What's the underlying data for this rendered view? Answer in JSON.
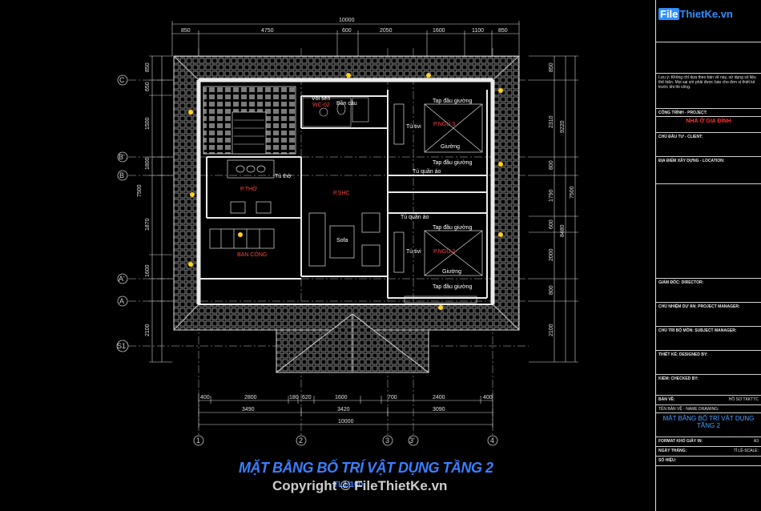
{
  "logo": {
    "brand_prefix": "File",
    "brand_rest": "ThietKe.vn"
  },
  "dims_top": {
    "total": "10000",
    "parts": [
      "850",
      "4750",
      "600",
      "2050",
      "1600",
      "1100",
      "850"
    ]
  },
  "dims_bottom": {
    "row1": [
      "400",
      "2800",
      "180",
      "620",
      "1600",
      "700",
      "2400",
      "400"
    ],
    "row2": [
      "3490",
      "3420",
      "3090"
    ],
    "total": "10000"
  },
  "dims_left": {
    "parts": [
      "850",
      "650",
      "1500",
      "1800",
      "1870",
      "1600",
      "2100"
    ],
    "total": "7500"
  },
  "dims_right": {
    "parts": [
      "850",
      "2310",
      "800",
      "1790",
      "600",
      "2000",
      "800",
      "2100"
    ],
    "mid": [
      "9220",
      "8480"
    ],
    "total": "7500"
  },
  "axes_left": [
    "C",
    "B'",
    "B",
    "A'",
    "A",
    "S1"
  ],
  "axes_bottom": [
    "1",
    "2",
    "3",
    "3'",
    "4"
  ],
  "rooms": {
    "wc": "WC-02",
    "voi_sen": "Vòi sen",
    "bon_cau": "Bồn cầu",
    "tho": "P.THỜ",
    "shc": "P.SHC",
    "sofa": "Sofa",
    "ban_cong": "BAN CÔNG",
    "ngu3": "P.NGỦ 3",
    "ngu2": "P.NGỦ 2",
    "tap_dau_giuong": "Tap đầu giường",
    "giuong": "Giường",
    "tu_tivi": "Tủ tivi",
    "tu_quan_ao": "Tủ quần áo",
    "tu_tho": "Tủ thờ"
  },
  "title_block": {
    "note": "Lưu ý: Không chỉ dựa theo bản vẽ này, sử dụng số liệu thể hiện. Mọi sai sót phải được báo cho đơn vị thiết kế trước khi thi công.",
    "project_label": "CÔNG TRÌNH - PROJECT:",
    "project_name": "NHÀ Ở GIA ĐÌNH",
    "client_label": "CHỦ ĐẦU TƯ - CLIENT:",
    "location_label": "ĐỊA ĐIỂM XÂY DỰNG - LOCATION:",
    "director_label": "GIÁM ĐỐC: DIRECTOR:",
    "pm_label": "CHỦ NHIỆM DỰ ÁN: PROJECT MANAGER:",
    "chief_label": "CHỦ TRÌ BỘ MÔN: SUBJECT MANAGER:",
    "design_label": "THIẾT KẾ: DESIGNED BY:",
    "check_label": "KIỂM: CHECKED BY:",
    "drawing_label": "BẢN VẼ:",
    "drawing_code": "HỒ SƠ TKKTTC",
    "drawing_name_label": "TÊN BẢN VẼ - NAME DRAWING:",
    "drawing_name": "MẶT BẰNG BỐ TRÍ VẬT DỤNG TẦNG 2",
    "format_label": "FORMAT KHỔ GIẤY IN:",
    "format_value": "A3",
    "date_label": "NGÀY THÁNG:",
    "scale_label": "TỈ LỆ-SCALE:",
    "sheet_label": "SỐ HIỆU:"
  },
  "main_title": "MẶT BẰNG BỐ TRÍ VẬT DỤNG TẦNG 2",
  "scale": "TL1/100",
  "copyright": "Copyright © FileThietKe.vn"
}
